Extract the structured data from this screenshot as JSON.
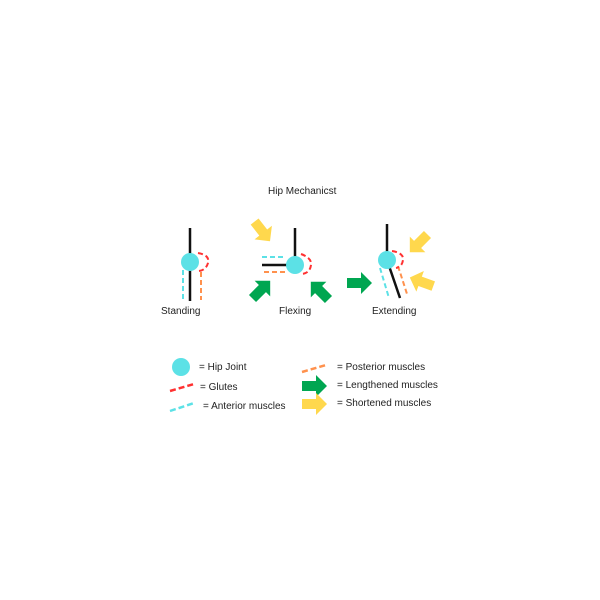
{
  "title": "Hip Mechanicst",
  "poses": {
    "standing": "Standing",
    "flexing": "Flexing",
    "extending": "Extending"
  },
  "legend": {
    "hip_joint": "= Hip Joint",
    "glutes": "= Glutes",
    "anterior": "= Anterior muscles",
    "posterior": "= Posterior muscles",
    "lengthened": "= Lengthened muscles",
    "shortened": "= Shortened muscles"
  },
  "colors": {
    "joint": "#5ce1e6",
    "glutes": "#ff3131",
    "anterior": "#5ce1e6",
    "posterior": "#ff914d",
    "lengthened": "#00a651",
    "shortened": "#ffd84d",
    "bone": "#111111"
  }
}
